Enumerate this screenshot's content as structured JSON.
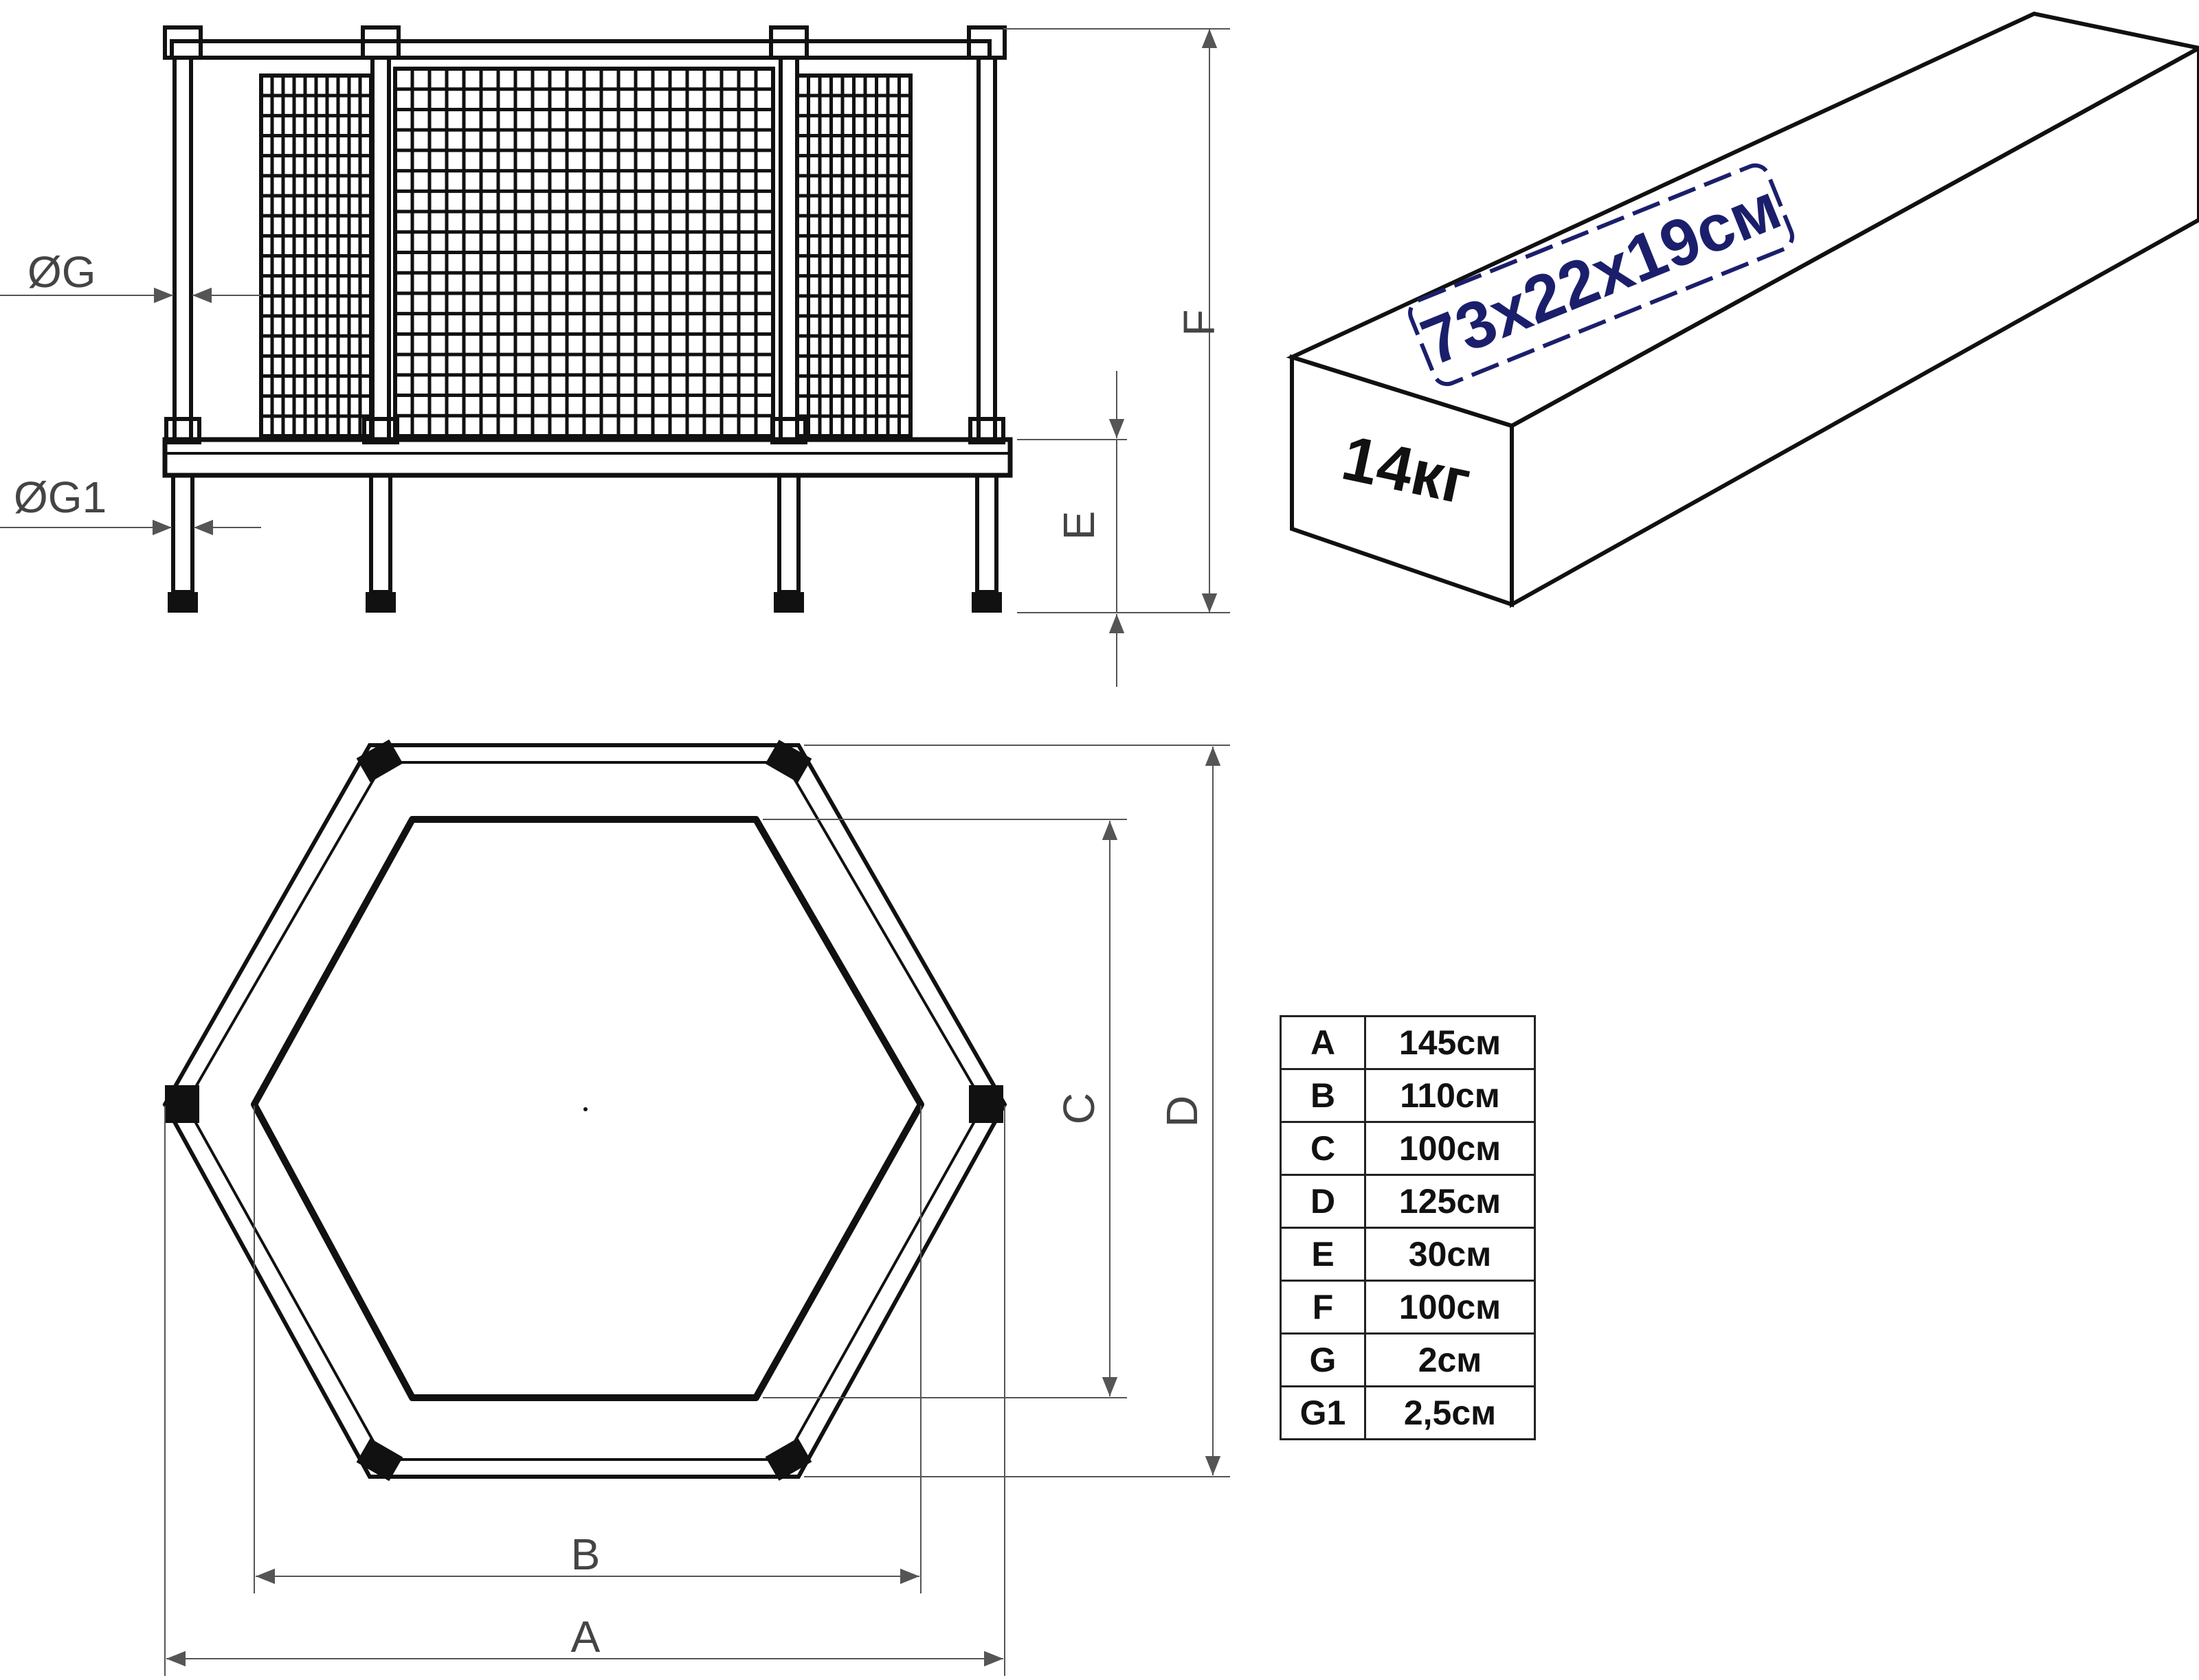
{
  "side_view": {
    "dim_labels": {
      "F": "F",
      "E": "E",
      "G": "ØG",
      "G1": "ØG1"
    }
  },
  "top_view": {
    "dim_labels": {
      "A": "A",
      "B": "B",
      "C": "C",
      "D": "D"
    }
  },
  "box": {
    "size_label": "73x22x19см",
    "weight_label": "14кг",
    "stamp_color": "#1b1f6b"
  },
  "spec_table": [
    {
      "key": "A",
      "value": "145см"
    },
    {
      "key": "B",
      "value": "110см"
    },
    {
      "key": "C",
      "value": "100см"
    },
    {
      "key": "D",
      "value": "125см"
    },
    {
      "key": "E",
      "value": "30см"
    },
    {
      "key": "F",
      "value": "100см"
    },
    {
      "key": "G",
      "value": "2см"
    },
    {
      "key": "G1",
      "value": "2,5см"
    }
  ]
}
